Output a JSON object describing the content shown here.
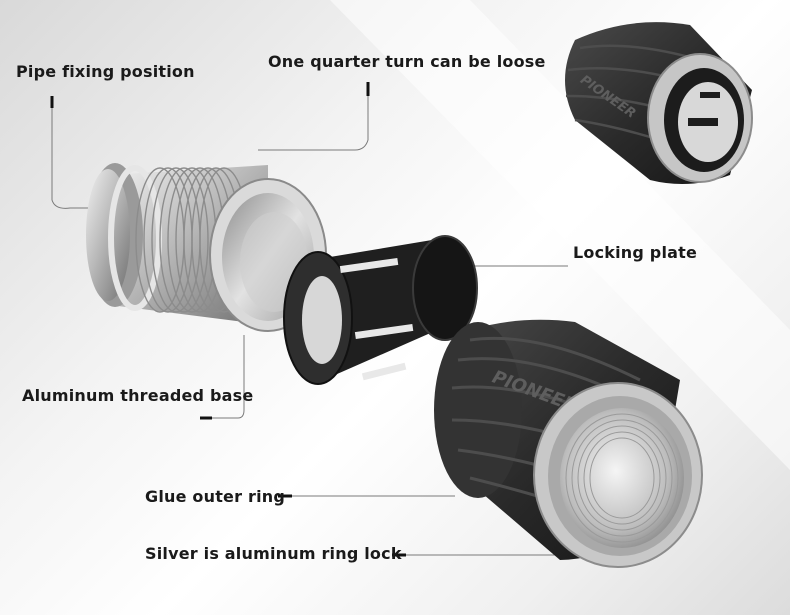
{
  "labels": {
    "pipe_fixing_position": "Pipe fixing position",
    "quarter_turn": "One quarter turn can be loose",
    "locking_plate": "Locking plate",
    "aluminum_threaded_base": "Aluminum threaded base",
    "glue_outer_ring": "Glue outer ring",
    "silver_ring_lock": "Silver is aluminum ring lock"
  },
  "brand": "PIONEER",
  "colors": {
    "rubber": "#2b2b2b",
    "aluminum": "#bdbdbd",
    "label_text": "#1a1a1a"
  }
}
